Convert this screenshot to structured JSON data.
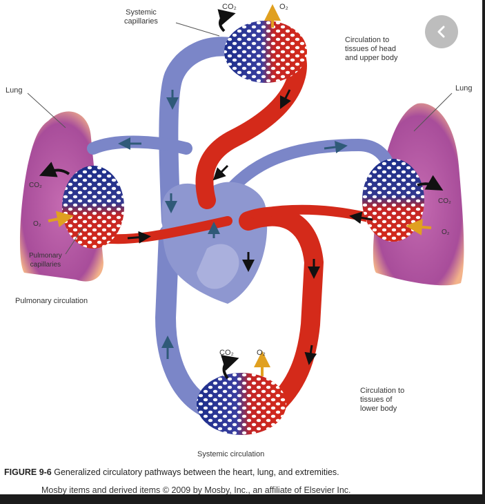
{
  "labels": {
    "systemic_capillaries": "Systemic\ncapillaries",
    "co2_top": "CO₂",
    "o2_top": "O₂",
    "circulation_head": "Circulation to\ntissues of head\nand upper body",
    "lung_left": "Lung",
    "lung_right": "Lung",
    "co2_left": "CO₂",
    "o2_left": "O₂",
    "co2_right": "CO₂",
    "o2_right": "O₂",
    "pulmonary_capillaries": "Pulmonary\ncapillaries",
    "pulmonary_circulation": "Pulmonary circulation",
    "co2_bottom": "CO₂",
    "o2_bottom": "O₂",
    "circulation_lower": "Circulation to\ntissues of\nlower body",
    "systemic_circulation": "Systemic circulation"
  },
  "caption": {
    "figure_number": "FIGURE 9-6",
    "text": " Generalized circulatory pathways between the heart, lung, and extremities.",
    "credit": "Mosby items and derived items © 2009 by Mosby, Inc., an affiliate of Elsevier Inc."
  },
  "nav": {
    "icon": "chevron-left-icon"
  },
  "colors": {
    "venous": "#7b86c8",
    "arterial": "#d42a1a",
    "lung": "#b85ca8",
    "capillary_blue": "#1c2e8a",
    "capillary_red": "#d42a1a",
    "arrow_dark": "#1a1a1a",
    "arrow_gold": "#e0a020"
  }
}
